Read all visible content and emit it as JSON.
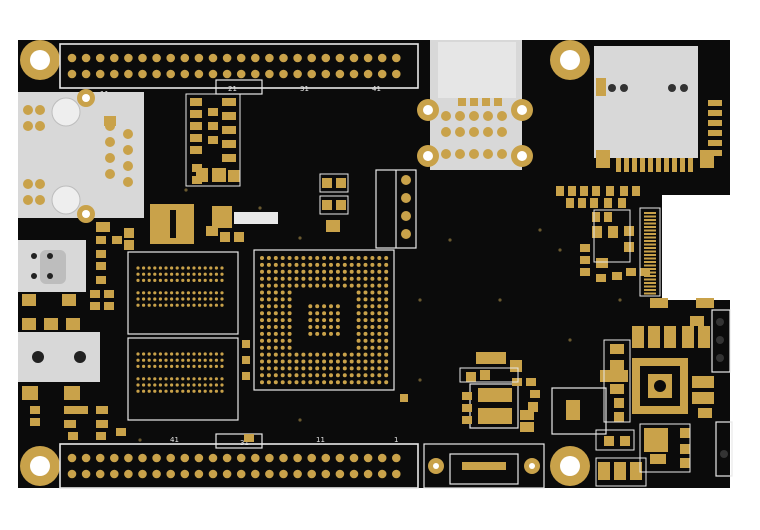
{
  "labels": {
    "top_header_11": "11",
    "top_header_21": "21",
    "top_header_31": "31",
    "top_header_41": "41",
    "bottom_header_41": "41",
    "bottom_header_31": "31",
    "bottom_header_11": "11",
    "bottom_header_1": "1"
  },
  "colors": {
    "background": "#ffffff",
    "board": "#0b0b0b",
    "gold": "#c9a24a",
    "silver": "#d8d8d8",
    "silkscreen": "#e8e8e8"
  }
}
